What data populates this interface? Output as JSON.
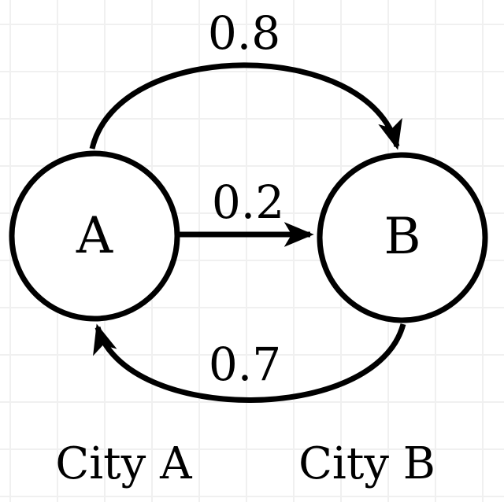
{
  "diagram": {
    "type": "state-transition-graph",
    "colors": {
      "stroke": "#000000",
      "text": "#000000",
      "node_fill": "#ffffff",
      "grid": "#f0f0f0",
      "background": "#ffffff"
    },
    "nodes": [
      {
        "id": "A",
        "label": "A",
        "caption": "City A"
      },
      {
        "id": "B",
        "label": "B",
        "caption": "City B"
      }
    ],
    "edges": [
      {
        "from": "A",
        "to": "B",
        "label": "0.8",
        "style": "arc-top"
      },
      {
        "from": "A",
        "to": "B",
        "label": "0.2",
        "style": "straight"
      },
      {
        "from": "B",
        "to": "A",
        "label": "0.7",
        "style": "arc-bottom"
      }
    ]
  }
}
